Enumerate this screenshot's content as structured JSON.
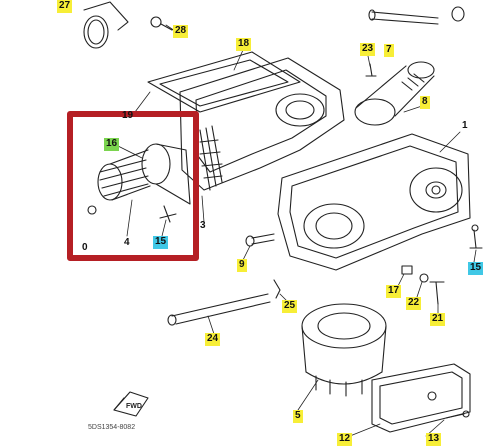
{
  "callouts": {
    "c27": "27",
    "c28": "28",
    "c18": "18",
    "c23": "23",
    "c7": "7",
    "c19": "19",
    "c8": "8",
    "c16": "16",
    "c1": "1",
    "c4": "4",
    "c15a": "15",
    "c3": "3",
    "c9": "9",
    "c15b": "15",
    "c17": "17",
    "c22": "22",
    "c25": "25",
    "c21": "21",
    "c24": "24",
    "c5": "5",
    "c12": "12",
    "c13": "13",
    "c10": "0"
  },
  "fwd_label": "FWD",
  "part_code": "5DS1354-8082",
  "colors": {
    "highlight_box": "#b51f24",
    "callout_yellow": "#f7ee37",
    "callout_green": "#7bd44f",
    "callout_cyan": "#40c8e6",
    "line_art": "#222222"
  }
}
